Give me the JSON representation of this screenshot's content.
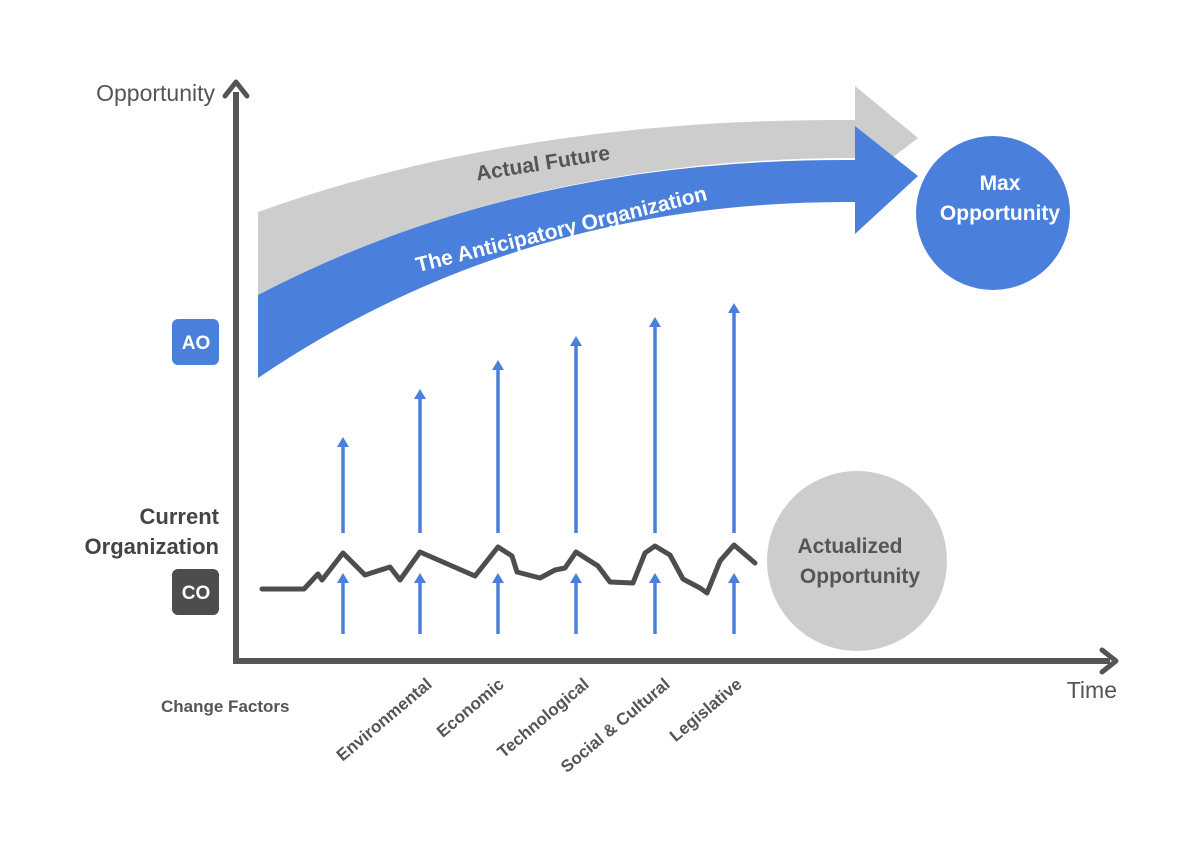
{
  "axes": {
    "y_label": "Opportunity",
    "x_label": "Time"
  },
  "bands": {
    "actual_future": "Actual Future",
    "anticipatory": "The Anticipatory Organization"
  },
  "circles": {
    "max_line1": "Max",
    "max_line2": "Opportunity",
    "actualized_line1": "Actualized",
    "actualized_line2": "Opportunity"
  },
  "levels": {
    "ao_badge": "AO",
    "co_badge": "CO",
    "current_line1": "Current",
    "current_line2": "Organization"
  },
  "factors": {
    "title": "Change Factors",
    "items": [
      "Environmental",
      "Economic",
      "Technological",
      "Social & Cultural",
      "Legislative"
    ]
  },
  "colors": {
    "blue": "#4a80dc",
    "gray_band": "#cdcdcd",
    "dark": "#4d4d4d",
    "axis": "#555555",
    "text": "#555555"
  }
}
